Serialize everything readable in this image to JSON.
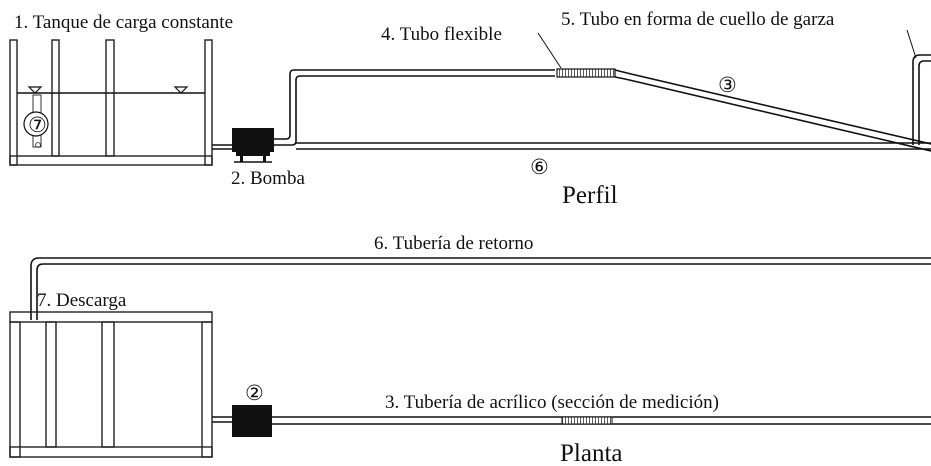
{
  "profile": {
    "title": "Perfil",
    "labels": {
      "tank": "1. Tanque de carga constante",
      "pump": "2. Bomba",
      "flexible_tube": "4. Tubo flexible",
      "gooseneck": "5. Tubo en forma de cuello de garza"
    },
    "markers": {
      "acrylic": "③",
      "return": "⑥",
      "discharge": "⑦"
    }
  },
  "plan": {
    "title": "Planta",
    "labels": {
      "return_pipe": "6. Tubería de retorno",
      "discharge": "7. Descarga",
      "acrylic_pipe": "3. Tubería de acrílico (sección de medición)"
    },
    "markers": {
      "pump": "②"
    }
  }
}
